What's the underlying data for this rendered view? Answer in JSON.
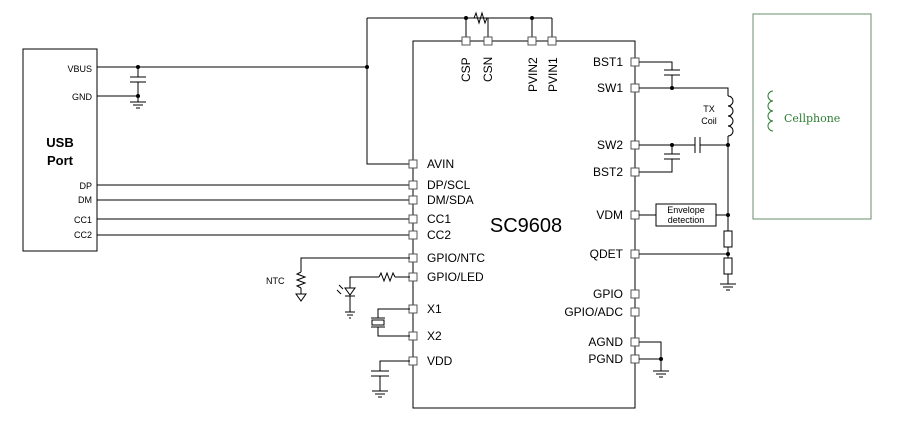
{
  "usb": {
    "title_line1": "USB",
    "title_line2": "Port",
    "pins": [
      "VBUS",
      "GND",
      "DP",
      "DM",
      "CC1",
      "CC2"
    ]
  },
  "chip": {
    "name": "SC9608",
    "top_pins": [
      "CSP",
      "CSN",
      "PVIN2",
      "PVIN1"
    ],
    "left_pins": [
      "AVIN",
      "DP/SCL",
      "DM/SDA",
      "CC1",
      "CC2",
      "GPIO/NTC",
      "GPIO/LED",
      "X1",
      "X2",
      "VDD"
    ],
    "right_pins": [
      "BST1",
      "SW1",
      "SW2",
      "BST2",
      "VDM",
      "QDET",
      "GPIO",
      "GPIO/ADC",
      "AGND",
      "PGND"
    ]
  },
  "labels": {
    "ntc": "NTC",
    "tx_coil_1": "TX",
    "tx_coil_2": "Coil",
    "envelope_1": "Envelope",
    "envelope_2": "detection",
    "cellphone": "Cellphone"
  },
  "colors": {
    "wire": "#000000",
    "pin_border": "#555555",
    "cellphone_box": "#6a8c6a",
    "cellphone_text": "#2e7d32"
  }
}
